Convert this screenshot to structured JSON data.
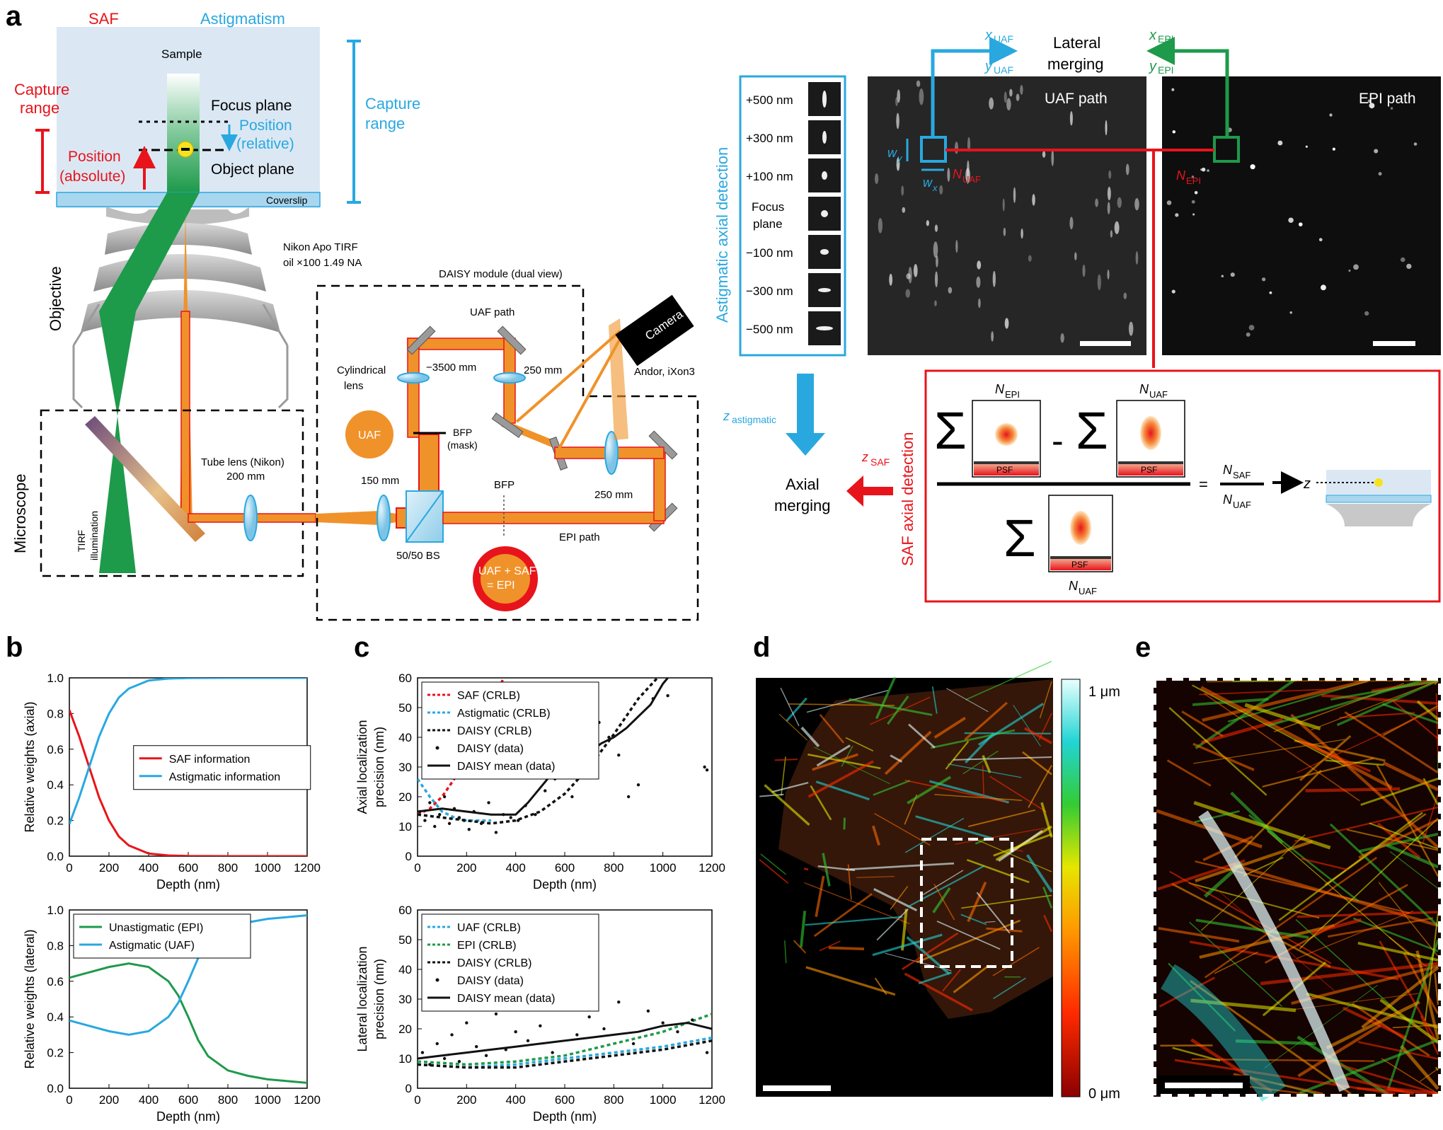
{
  "panel_labels": {
    "a": "a",
    "b": "b",
    "c": "c",
    "d": "d",
    "e": "e"
  },
  "colors": {
    "saf": "#e8141b",
    "astig": "#29a8e0",
    "epi": "#1a8a3f",
    "orange": "#f0922a",
    "green": "#1e9a4b"
  },
  "panel_a": {
    "saf_title": "SAF",
    "astig_title": "Astigmatism",
    "sample": "Sample",
    "focus_plane": "Focus plane",
    "object_plane": "Object plane",
    "coverslip": "Coverslip",
    "capture_range_left": [
      "Capture",
      "range"
    ],
    "capture_range_right": [
      "Capture",
      "range"
    ],
    "position_relative": [
      "Position",
      "(relative)"
    ],
    "position_absolute": [
      "Position",
      "(absolute)"
    ],
    "objective": "Objective",
    "objective_spec": [
      "Nikon Apo TIRF",
      "oil ×100 1.49 NA"
    ],
    "microscope": "Microscope",
    "tirf": [
      "TIRF",
      "illumination"
    ],
    "tube_lens": [
      "Tube lens (Nikon)",
      "200 mm"
    ],
    "daisy_module": "DAISY module (dual view)",
    "uaf_path": "UAF path",
    "cyl_lens": [
      "Cylindrical",
      "lens"
    ],
    "f_m3500": "−3500 mm",
    "f_250a": "250 mm",
    "uaf": "UAF",
    "bfp_mask": [
      "BFP",
      "(mask)"
    ],
    "f_150": "150 mm",
    "bfp": "BFP",
    "f_250b": "250 mm",
    "bs": "50/50 BS",
    "epi_path": "EPI path",
    "uaf_saf_epi": [
      "UAF + SAF",
      "= EPI"
    ],
    "camera": "Camera",
    "andor": "Andor, iXon3",
    "astig_axial": "Astigmatic axial detection",
    "psf_labels": [
      "+500 nm",
      "+300 nm",
      "+100 nm",
      "Focus plane",
      "−100 nm",
      "−300 nm",
      "−500 nm"
    ],
    "z_astig": "z",
    "z_astig_sub": "astigmatic",
    "axial_merging": [
      "Axial",
      "merging"
    ],
    "z_saf": "z",
    "z_saf_sub": "SAF",
    "x_uaf": "x",
    "x_uaf_sub": "UAF",
    "y_uaf": "y",
    "y_uaf_sub": "UAF",
    "x_epi": "x",
    "x_epi_sub": "EPI",
    "y_epi": "y",
    "y_epi_sub": "EPI",
    "lateral_merging": [
      "Lateral",
      "merging"
    ],
    "uaf_path_img": "UAF path",
    "epi_path_img": "EPI path",
    "wy": "w",
    "wy_sub": "y",
    "wx": "w",
    "wx_sub": "x",
    "n_uaf": "N",
    "n_uaf_sub": "UAF",
    "n_epi": "N",
    "n_epi_sub": "EPI",
    "saf_axial": "SAF axial detection",
    "psf": "PSF",
    "eq_n_epi": "N",
    "eq_n_epi_sub": "EPI",
    "eq_n_uaf": "N",
    "eq_n_uaf_sub": "UAF",
    "eq_n_uaf2": "N",
    "eq_n_uaf2_sub": "UAF",
    "n_saf": "N",
    "n_saf_sub": "SAF",
    "n_uaf3": "N",
    "n_uaf3_sub": "UAF",
    "eq_sign": "=",
    "z_out": "z"
  },
  "chart_data": [
    {
      "id": "b_top",
      "type": "line",
      "xlabel": "Depth (nm)",
      "ylabel": "Relative weights (axial)",
      "xlim": [
        0,
        1200
      ],
      "ylim": [
        0,
        1.0
      ],
      "xticks": [
        0,
        200,
        400,
        600,
        800,
        1000,
        1200
      ],
      "yticks": [
        0.0,
        0.2,
        0.4,
        0.6,
        0.8,
        1.0
      ],
      "legend_position": "center-right",
      "series": [
        {
          "name": "SAF information",
          "color": "#e8141b",
          "x": [
            0,
            50,
            100,
            150,
            200,
            250,
            300,
            400,
            500,
            600,
            800,
            1000,
            1200
          ],
          "y": [
            0.82,
            0.67,
            0.5,
            0.33,
            0.2,
            0.11,
            0.06,
            0.015,
            0.004,
            0.001,
            0,
            0,
            0
          ]
        },
        {
          "name": "Astigmatic information",
          "color": "#29a8e0",
          "x": [
            0,
            50,
            100,
            150,
            200,
            250,
            300,
            400,
            500,
            600,
            800,
            1000,
            1200
          ],
          "y": [
            0.18,
            0.33,
            0.5,
            0.67,
            0.8,
            0.89,
            0.94,
            0.985,
            0.996,
            0.999,
            1.0,
            1.0,
            1.0
          ]
        }
      ]
    },
    {
      "id": "b_bottom",
      "type": "line",
      "xlabel": "Depth (nm)",
      "ylabel": "Relative weights (lateral)",
      "xlim": [
        0,
        1200
      ],
      "ylim": [
        0,
        1.0
      ],
      "xticks": [
        0,
        200,
        400,
        600,
        800,
        1000,
        1200
      ],
      "yticks": [
        0.0,
        0.2,
        0.4,
        0.6,
        0.8,
        1.0
      ],
      "legend_position": "top-left",
      "series": [
        {
          "name": "Unastigmatic (EPI)",
          "color": "#1e9a4b",
          "x": [
            0,
            100,
            200,
            300,
            400,
            500,
            550,
            600,
            650,
            700,
            800,
            900,
            1000,
            1100,
            1200
          ],
          "y": [
            0.62,
            0.65,
            0.68,
            0.7,
            0.68,
            0.6,
            0.52,
            0.4,
            0.27,
            0.18,
            0.1,
            0.07,
            0.05,
            0.04,
            0.03
          ]
        },
        {
          "name": "Astigmatic (UAF)",
          "color": "#29a8e0",
          "x": [
            0,
            100,
            200,
            300,
            400,
            500,
            550,
            600,
            650,
            700,
            800,
            900,
            1000,
            1100,
            1200
          ],
          "y": [
            0.38,
            0.35,
            0.32,
            0.3,
            0.32,
            0.4,
            0.48,
            0.6,
            0.73,
            0.82,
            0.9,
            0.93,
            0.95,
            0.96,
            0.97
          ]
        }
      ]
    },
    {
      "id": "c_top",
      "type": "line",
      "xlabel": "Depth (nm)",
      "ylabel": [
        "Axial localization",
        "precision (nm)"
      ],
      "xlim": [
        0,
        1200
      ],
      "ylim": [
        0,
        60
      ],
      "xticks": [
        0,
        200,
        400,
        600,
        800,
        1000,
        1200
      ],
      "yticks": [
        0,
        10,
        20,
        30,
        40,
        50,
        60
      ],
      "legend_position": "top-left",
      "series": [
        {
          "name": "SAF (CRLB)",
          "color": "#e8141b",
          "style": "dotted",
          "x": [
            0,
            50,
            100,
            150,
            200,
            250,
            300,
            350
          ],
          "y": [
            14,
            16,
            20,
            26,
            33,
            40,
            49,
            60
          ]
        },
        {
          "name": "Astigmatic (CRLB)",
          "color": "#29a8e0",
          "style": "dotted",
          "x": [
            0,
            50,
            100,
            150,
            200,
            300
          ],
          "y": [
            26,
            20,
            15,
            13,
            12,
            12
          ]
        },
        {
          "name": "DAISY (CRLB)",
          "color": "#111111",
          "style": "dotted",
          "x": [
            0,
            100,
            200,
            300,
            400,
            500,
            600,
            700,
            800,
            900,
            1000
          ],
          "y": [
            14,
            13,
            12,
            11,
            12,
            15,
            21,
            30,
            41,
            53,
            62
          ]
        },
        {
          "name": "DAISY (data)",
          "color": "#111111",
          "style": "points",
          "x": [
            10,
            30,
            50,
            70,
            90,
            110,
            130,
            150,
            170,
            190,
            210,
            230,
            260,
            290,
            320,
            350,
            380,
            410,
            440,
            480,
            520,
            560,
            600,
            630,
            660,
            700,
            740,
            780,
            820,
            860,
            900,
            960,
            1020,
            1170,
            1180
          ],
          "y": [
            15,
            12,
            18,
            10,
            14,
            20,
            11,
            16,
            13,
            12,
            9,
            15,
            11,
            18,
            8,
            14,
            13,
            12,
            17,
            14,
            22,
            26,
            30,
            20,
            28,
            31,
            45,
            40,
            34,
            20,
            24,
            53,
            54,
            30,
            29
          ]
        },
        {
          "name": "DAISY mean (data)",
          "color": "#111111",
          "style": "solid",
          "x": [
            0,
            100,
            200,
            300,
            400,
            450,
            500,
            550,
            600,
            650,
            700,
            750,
            800,
            850,
            900,
            950,
            1000,
            1020
          ],
          "y": [
            15,
            16,
            15,
            14,
            14,
            18,
            23,
            28,
            30,
            32,
            35,
            38,
            40,
            43,
            47,
            51,
            58,
            60
          ]
        }
      ]
    },
    {
      "id": "c_bottom",
      "type": "line",
      "xlabel": "Depth (nm)",
      "ylabel": [
        "Lateral localization",
        "precision (nm)"
      ],
      "xlim": [
        0,
        1200
      ],
      "ylim": [
        0,
        60
      ],
      "xticks": [
        0,
        200,
        400,
        600,
        800,
        1000,
        1200
      ],
      "yticks": [
        0,
        10,
        20,
        30,
        40,
        50,
        60
      ],
      "legend_position": "top-left",
      "series": [
        {
          "name": "UAF (CRLB)",
          "color": "#29a8e0",
          "style": "dotted",
          "x": [
            0,
            200,
            400,
            600,
            800,
            1000,
            1200
          ],
          "y": [
            8,
            7,
            8,
            10,
            12,
            14,
            17
          ]
        },
        {
          "name": "EPI (CRLB)",
          "color": "#1e9a4b",
          "style": "dotted",
          "x": [
            0,
            200,
            400,
            600,
            800,
            1000,
            1200
          ],
          "y": [
            9,
            8,
            9,
            11,
            15,
            19,
            25
          ]
        },
        {
          "name": "DAISY (CRLB)",
          "color": "#111111",
          "style": "dotted",
          "x": [
            0,
            200,
            400,
            600,
            800,
            1000,
            1200
          ],
          "y": [
            8,
            7,
            7,
            9,
            11,
            13,
            16
          ]
        },
        {
          "name": "DAISY (data)",
          "color": "#111111",
          "style": "points",
          "x": [
            20,
            50,
            80,
            110,
            140,
            170,
            200,
            240,
            280,
            320,
            360,
            400,
            450,
            500,
            550,
            600,
            650,
            700,
            760,
            820,
            880,
            940,
            1000,
            1060,
            1120,
            1180
          ],
          "y": [
            12,
            8,
            15,
            10,
            18,
            9,
            22,
            14,
            11,
            25,
            13,
            19,
            16,
            21,
            12,
            27,
            18,
            24,
            20,
            29,
            15,
            26,
            22,
            19,
            23,
            12
          ]
        },
        {
          "name": "DAISY mean (data)",
          "color": "#111111",
          "style": "solid",
          "x": [
            0,
            100,
            200,
            300,
            400,
            500,
            600,
            700,
            800,
            900,
            1000,
            1100,
            1200
          ],
          "y": [
            10,
            11,
            12,
            13,
            14,
            15,
            16,
            17,
            18,
            19,
            21,
            22,
            20
          ]
        }
      ]
    }
  ],
  "panel_d": {
    "cbar_top": "1 μm",
    "cbar_bottom": "0 μm"
  }
}
